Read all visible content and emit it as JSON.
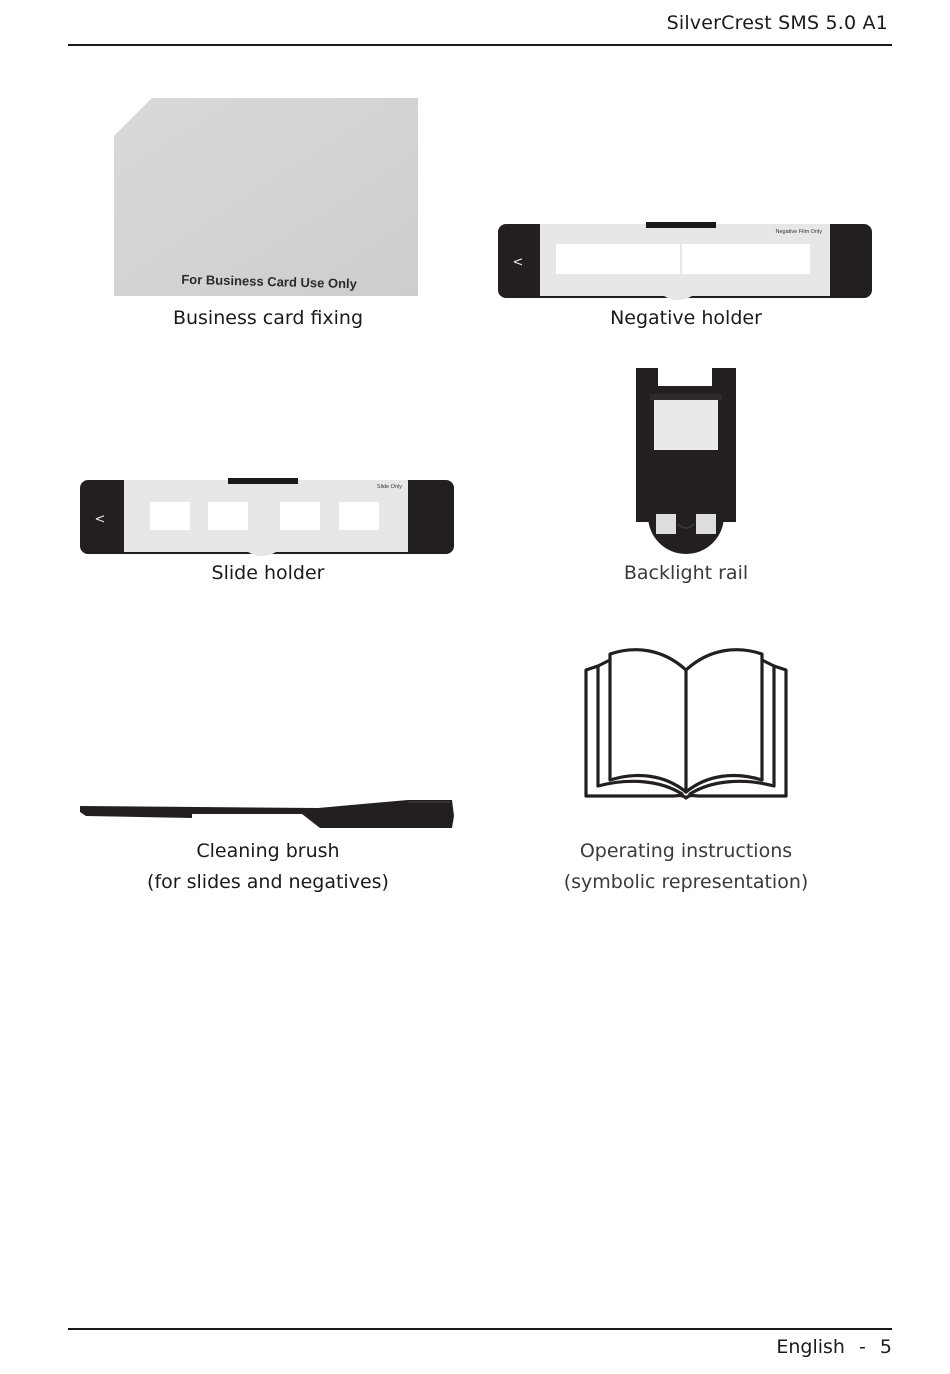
{
  "header": {
    "title": "SilverCrest SMS 5.0 A1"
  },
  "items": [
    {
      "caption": [
        "Business card fixing"
      ],
      "card_text": "For Business Card Use Only"
    },
    {
      "caption": [
        "Negative holder"
      ],
      "holder_text": "Negative Film Only",
      "arrow": "<"
    },
    {
      "caption": [
        "Slide holder"
      ],
      "holder_text": "Slide Only",
      "arrow": "<"
    },
    {
      "caption": [
        "Backlight rail"
      ]
    },
    {
      "caption": [
        "Cleaning brush",
        "(for slides and negatives)"
      ]
    },
    {
      "caption": [
        "Operating instructions",
        "(symbolic representation)"
      ]
    }
  ],
  "footer": {
    "language": "English",
    "separator": "-",
    "page_number": "5"
  }
}
